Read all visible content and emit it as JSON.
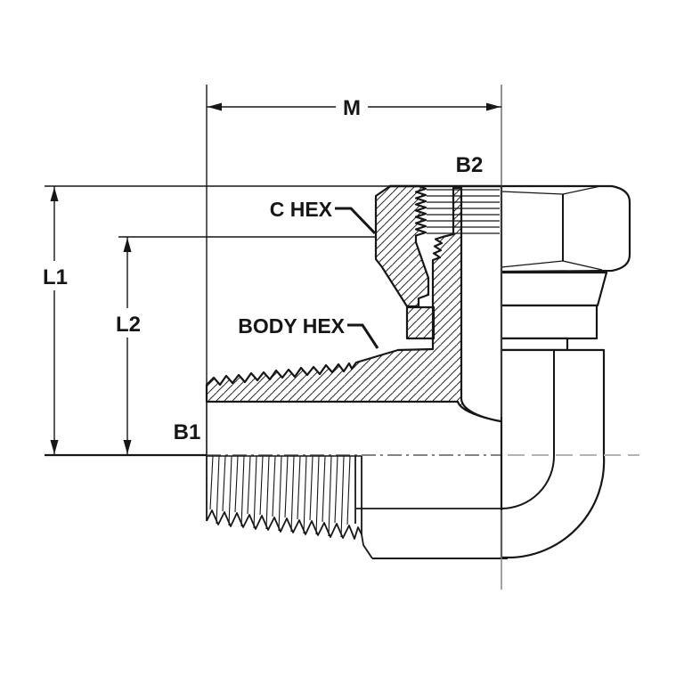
{
  "drawing": {
    "title": "90 degree male pipe to female pipe swivel elbow - dimensional drawing",
    "labels": {
      "m": "M",
      "b2": "B2",
      "c_hex": "C HEX",
      "body_hex": "BODY HEX",
      "l1": "L1",
      "l2": "L2",
      "b1": "B1"
    },
    "colors": {
      "line": "#161616",
      "centerline_gray": "#b3b3b3",
      "background": "#ffffff"
    }
  }
}
